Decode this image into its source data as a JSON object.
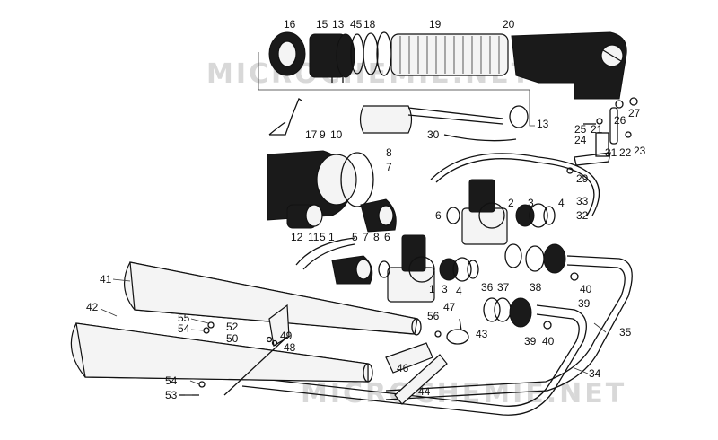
{
  "watermark": {
    "top": "MICROCHEMIE.NET",
    "bottom": "MICROCHEMIE.NET"
  },
  "callouts": [
    {
      "text": "16"
    },
    {
      "text": "15"
    },
    {
      "text": "13"
    },
    {
      "text": "45"
    },
    {
      "text": "18"
    },
    {
      "text": "19"
    },
    {
      "text": "20"
    },
    {
      "text": "13"
    },
    {
      "text": "17"
    },
    {
      "text": "9"
    },
    {
      "text": "10"
    },
    {
      "text": "30"
    },
    {
      "text": "8"
    },
    {
      "text": "7"
    },
    {
      "text": "25"
    },
    {
      "text": "21"
    },
    {
      "text": "26"
    },
    {
      "text": "27"
    },
    {
      "text": "24"
    },
    {
      "text": "31"
    },
    {
      "text": "22"
    },
    {
      "text": "23"
    },
    {
      "text": "29"
    },
    {
      "text": "33"
    },
    {
      "text": "32"
    },
    {
      "text": "6"
    },
    {
      "text": "2"
    },
    {
      "text": "3"
    },
    {
      "text": "4"
    },
    {
      "text": "12"
    },
    {
      "text": "11"
    },
    {
      "text": "5"
    },
    {
      "text": "1"
    },
    {
      "text": "5"
    },
    {
      "text": "7"
    },
    {
      "text": "8"
    },
    {
      "text": "6"
    },
    {
      "text": "1"
    },
    {
      "text": "3"
    },
    {
      "text": "4"
    },
    {
      "text": "36"
    },
    {
      "text": "37"
    },
    {
      "text": "38"
    },
    {
      "text": "40"
    },
    {
      "text": "39"
    },
    {
      "text": "41"
    },
    {
      "text": "42"
    },
    {
      "text": "55"
    },
    {
      "text": "54"
    },
    {
      "text": "52"
    },
    {
      "text": "50"
    },
    {
      "text": "49"
    },
    {
      "text": "48"
    },
    {
      "text": "56"
    },
    {
      "text": "47"
    },
    {
      "text": "43"
    },
    {
      "text": "35"
    },
    {
      "text": "39"
    },
    {
      "text": "40"
    },
    {
      "text": "46"
    },
    {
      "text": "44"
    },
    {
      "text": "34"
    },
    {
      "text": "54"
    },
    {
      "text": "53"
    }
  ]
}
